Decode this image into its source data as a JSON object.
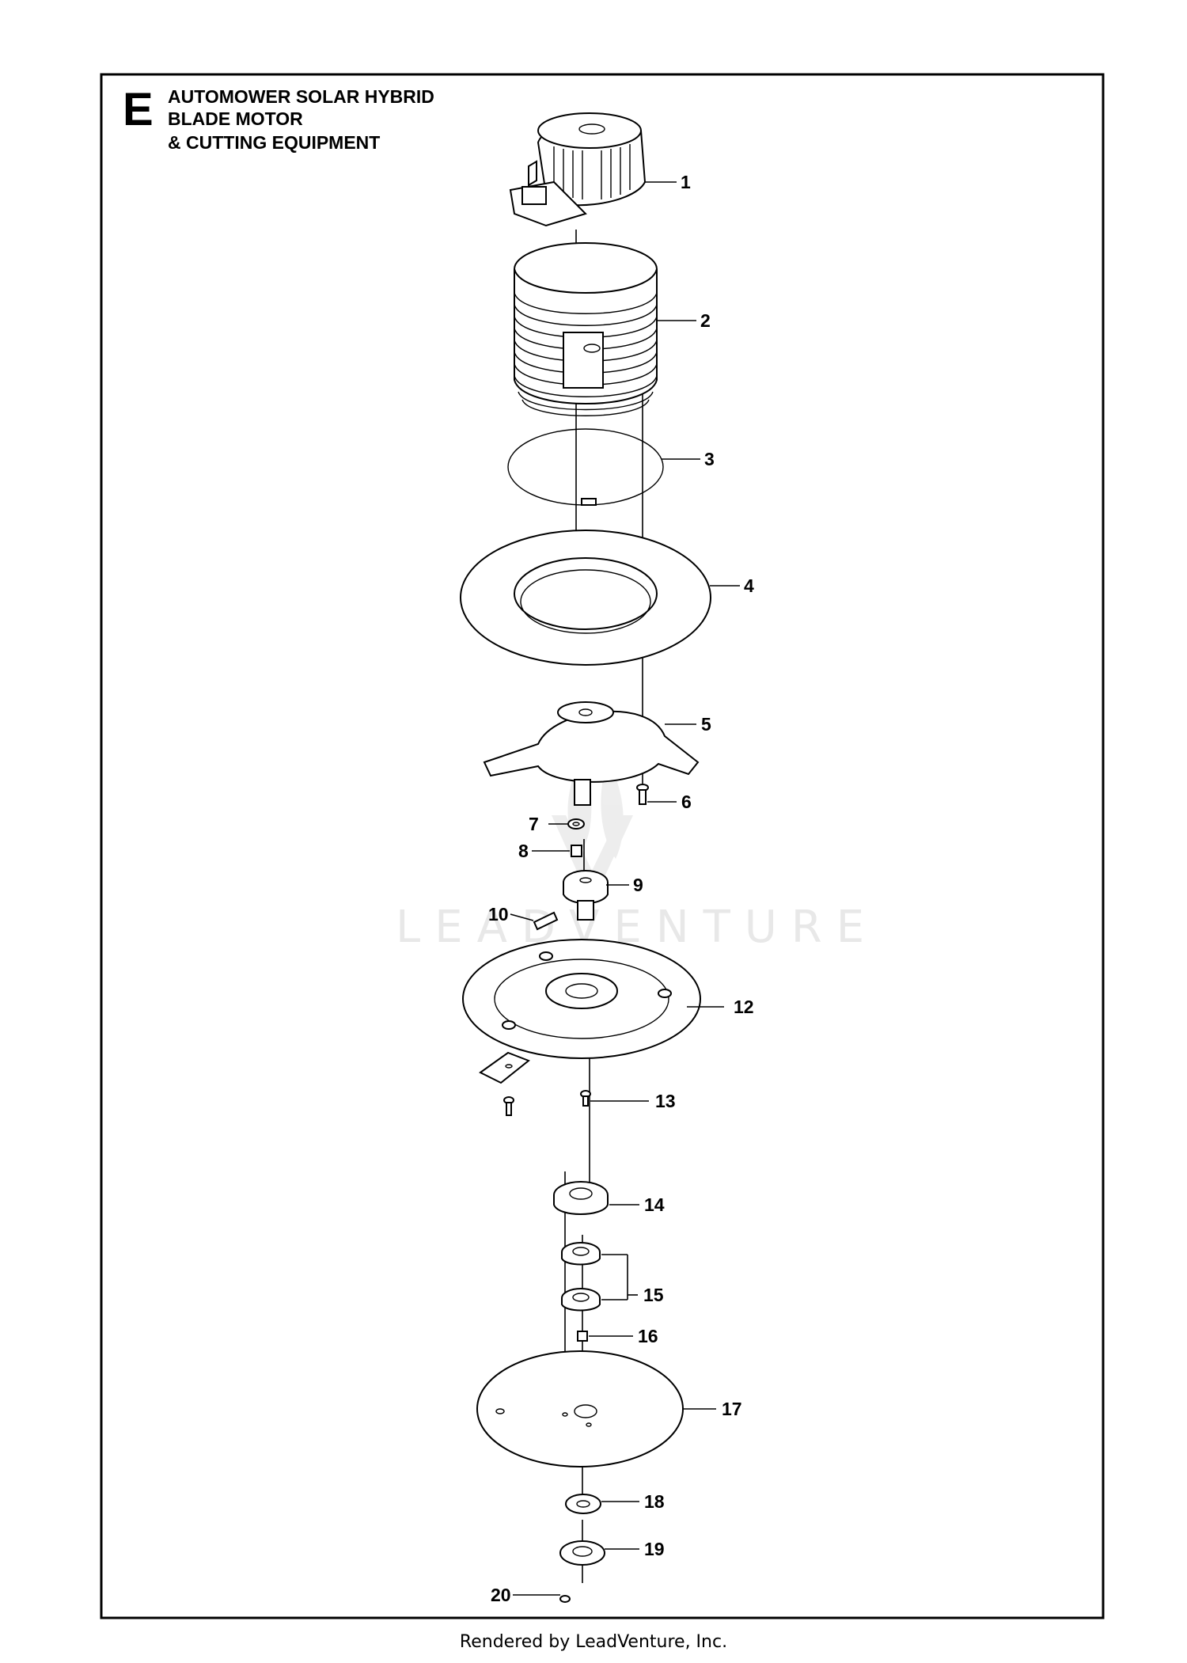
{
  "header": {
    "section_letter": "E",
    "title_lines": [
      "AUTOMOWER SOLAR HYBRID",
      "BLADE MOTOR",
      "& CUTTING EQUIPMENT"
    ]
  },
  "callouts": [
    "1",
    "2",
    "3",
    "4",
    "5",
    "6",
    "7",
    "8",
    "9",
    "10",
    "12",
    "13",
    "14",
    "15",
    "16",
    "17",
    "18",
    "19",
    "20"
  ],
  "watermark": "LEADVENTURE",
  "footer": "Rendered by LeadVenture, Inc."
}
